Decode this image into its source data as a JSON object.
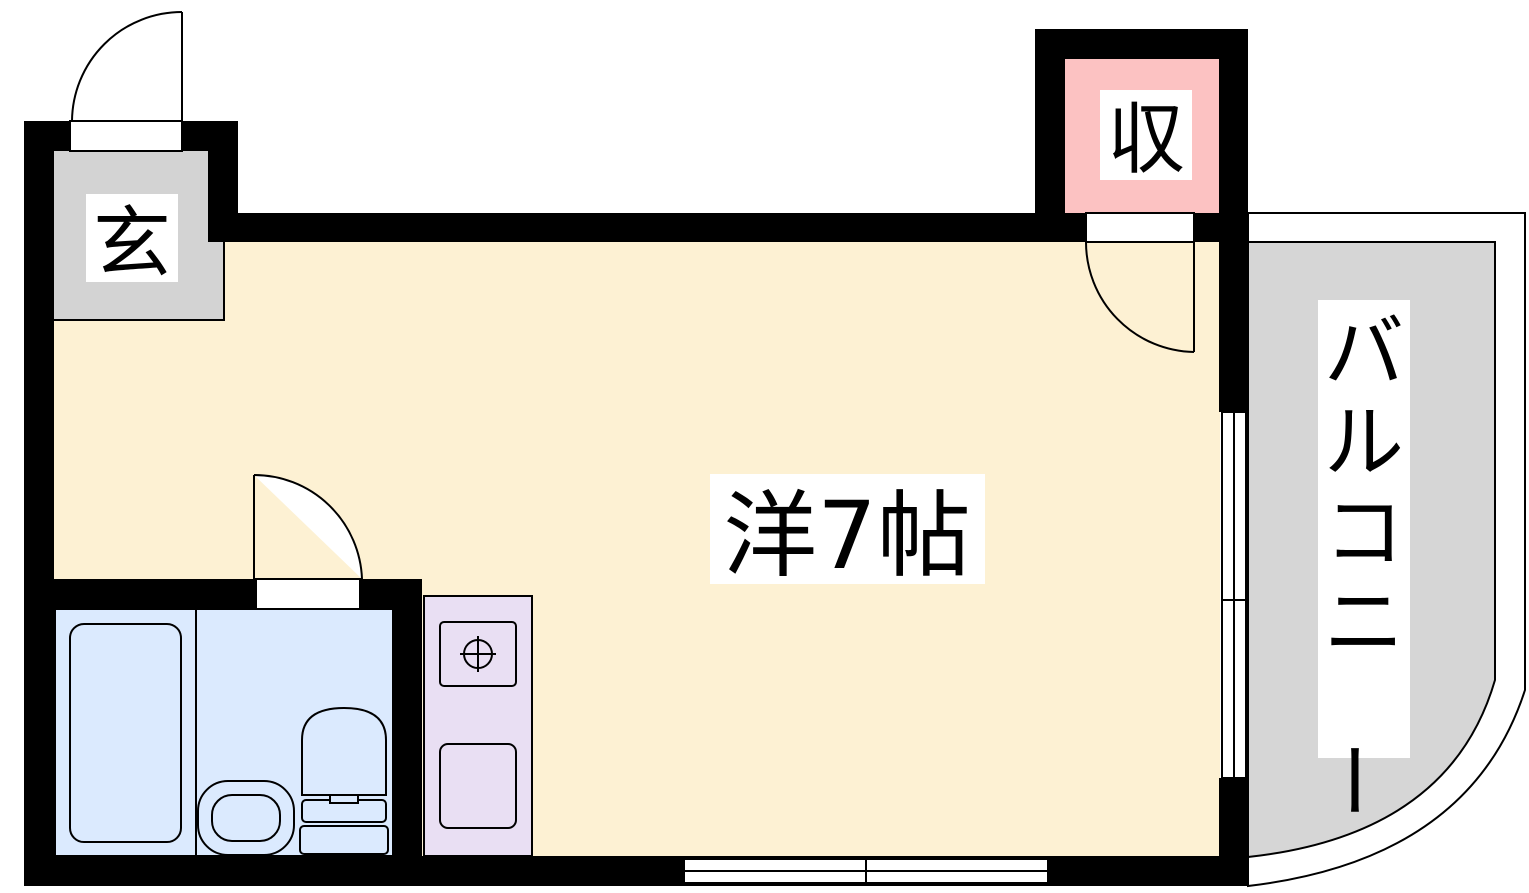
{
  "rooms": {
    "genkan": "玄",
    "storage": "収",
    "main_room": "洋7帖",
    "balcony": [
      "バ",
      "ル",
      "コ",
      "ニ",
      "ー"
    ]
  },
  "colors": {
    "wall": "#000000",
    "main_room_floor": "#fdf1d3",
    "genkan_floor": "#d3d3d3",
    "storage_floor": "#fcc2c2",
    "bath_floor": "#dbeafe",
    "kitchen_floor": "#e9dff3",
    "balcony_floor": "#d6d6d6"
  }
}
